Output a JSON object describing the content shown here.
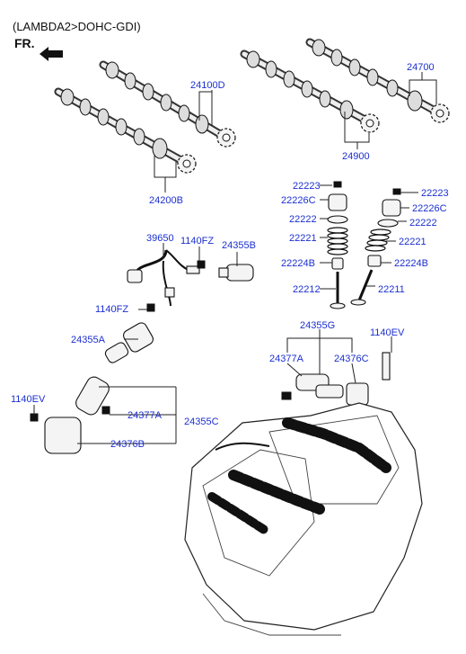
{
  "header": {
    "title": "(LAMBDA2>DOHC-GDI)",
    "direction": "FR."
  },
  "labels": {
    "l24100D": "24100D",
    "l24200B": "24200B",
    "l24700": "24700",
    "l24900": "24900",
    "l22223_a": "22223",
    "l22226C_a": "22226C",
    "l22222_a": "22222",
    "l22221_a": "22221",
    "l22224B_a": "22224B",
    "l22212": "22212",
    "l22223_b": "22223",
    "l22226C_b": "22226C",
    "l22222_b": "22222",
    "l22221_b": "22221",
    "l22224B_b": "22224B",
    "l22211": "22211",
    "l39650": "39650",
    "l1140FZ_a": "1140FZ",
    "l24355B": "24355B",
    "l1140FZ_b": "1140FZ",
    "l24355A": "24355A",
    "l24355G": "24355G",
    "l1140EV_a": "1140EV",
    "l24377A_a": "24377A",
    "l24376C": "24376C",
    "l1140EV_b": "1140EV",
    "l24377A_b": "24377A",
    "l24355C": "24355C",
    "l24376B": "24376B"
  },
  "colors": {
    "label": "#1b2fd0",
    "line": "#222222",
    "part_fill": "#f4f4f4"
  },
  "icons": {
    "direction": "front-arrow-icon"
  }
}
